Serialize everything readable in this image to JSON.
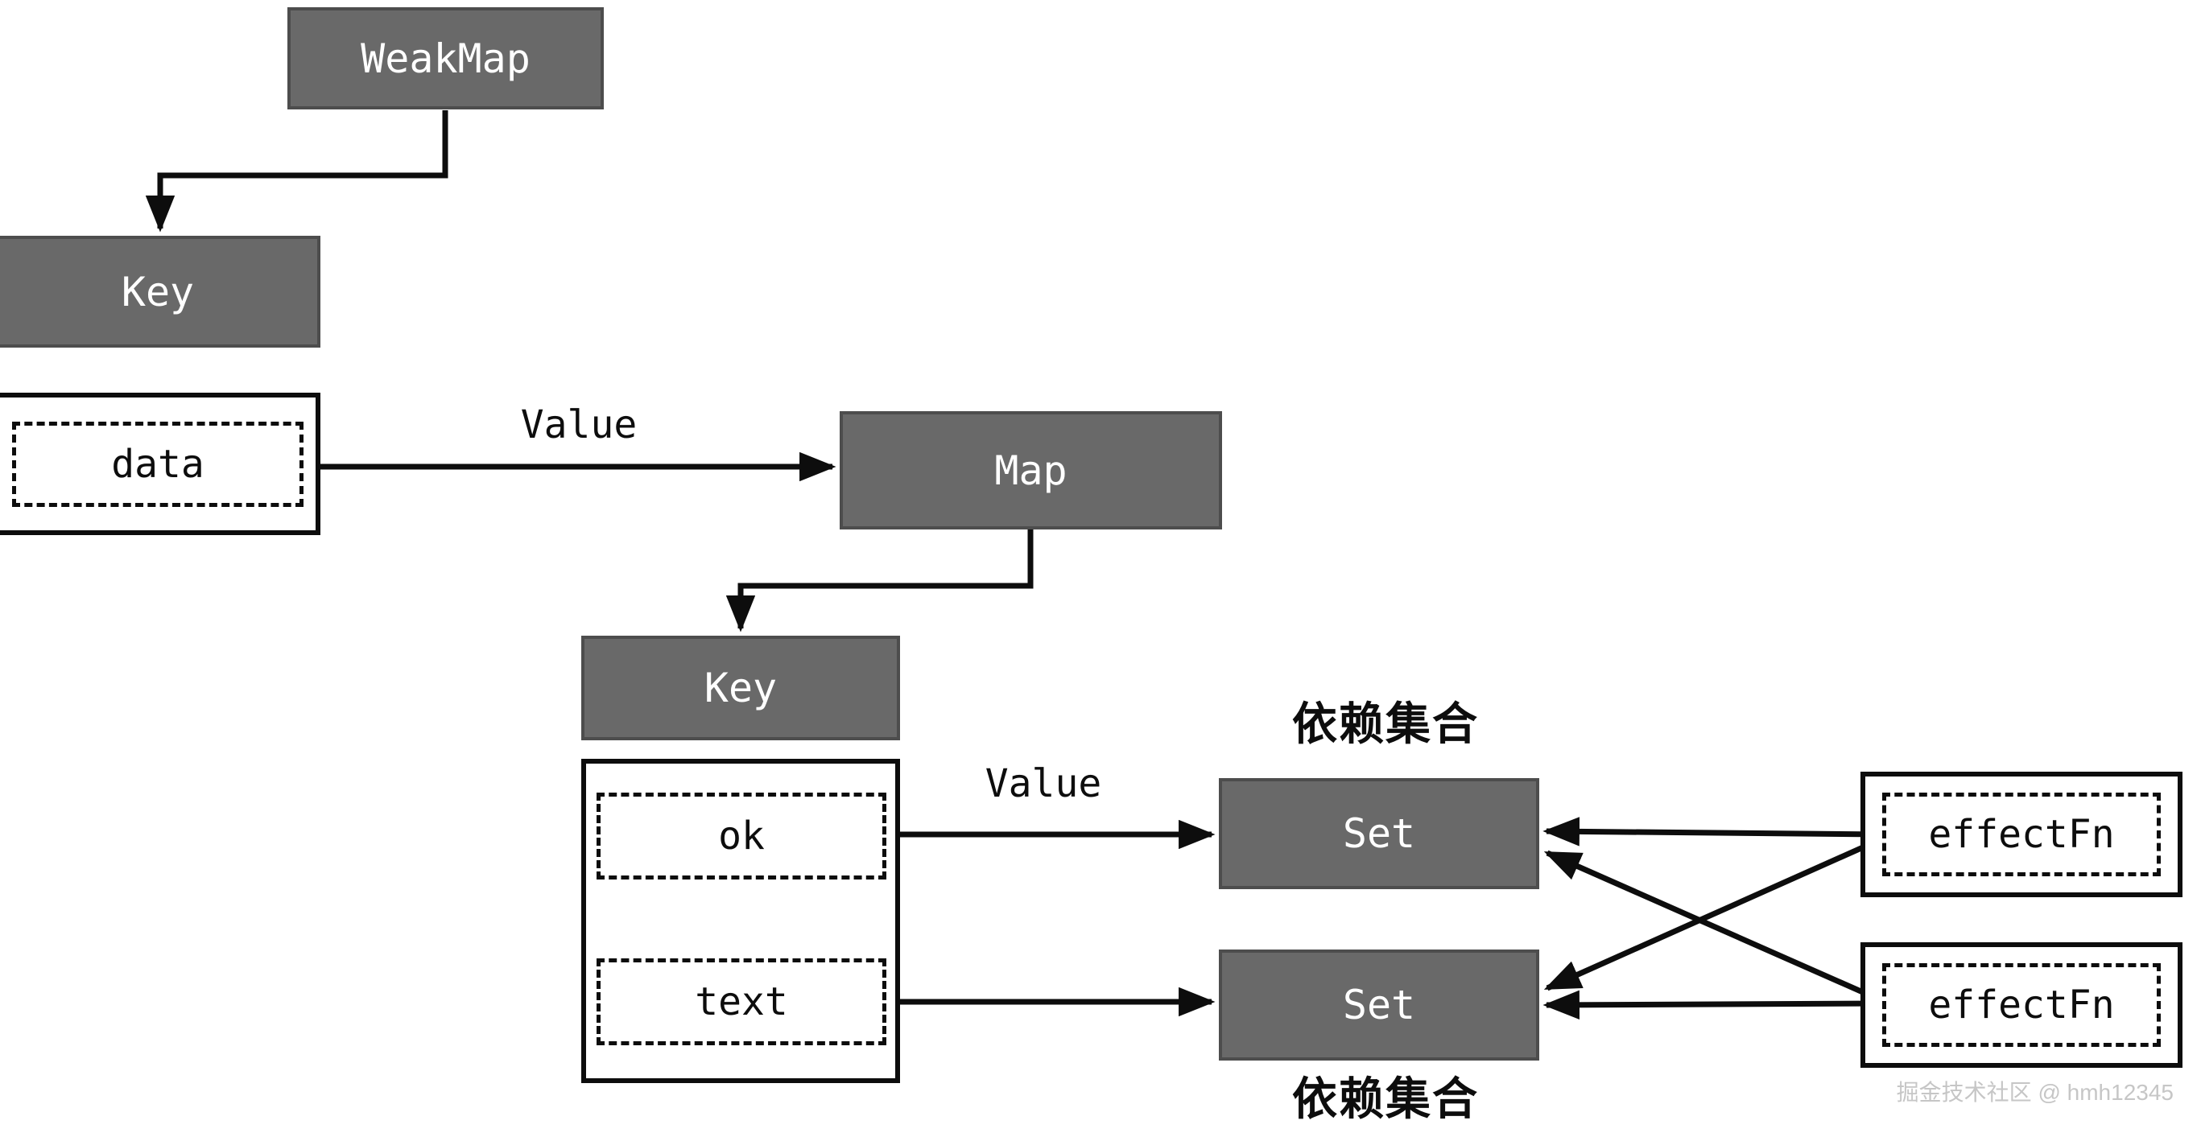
{
  "diagram": {
    "nodes": {
      "weakmap": "WeakMap",
      "key_top": "Key",
      "data": "data",
      "map": "Map",
      "key_mid": "Key",
      "ok": "ok",
      "text": "text",
      "set_top": "Set",
      "set_bottom": "Set",
      "effectfn_top": "effectFn",
      "effectfn_bottom": "effectFn"
    },
    "edge_labels": {
      "value_top": "Value",
      "value_mid": "Value"
    },
    "annotations": {
      "dep_set_top": "依赖集合",
      "dep_set_bottom": "依赖集合"
    },
    "edges": [
      {
        "from": "weakmap",
        "to": "key_top",
        "label": ""
      },
      {
        "from": "data",
        "to": "map",
        "label": "Value"
      },
      {
        "from": "map",
        "to": "key_mid",
        "label": ""
      },
      {
        "from": "ok",
        "to": "set_top",
        "label": "Value"
      },
      {
        "from": "text",
        "to": "set_bottom",
        "label": ""
      },
      {
        "from": "effectfn_top",
        "to": "set_top",
        "label": ""
      },
      {
        "from": "effectfn_top",
        "to": "set_bottom",
        "label": ""
      },
      {
        "from": "effectfn_bottom",
        "to": "set_top",
        "label": ""
      },
      {
        "from": "effectfn_bottom",
        "to": "set_bottom",
        "label": ""
      }
    ],
    "watermark": "掘金技术社区 @ hmh12345",
    "colors": {
      "background": "#ffffff",
      "node_fill": "#696969",
      "node_border": "#4d4d4d",
      "node_text": "#ffffff",
      "line": "#0d0d0d",
      "watermark_text": "#c6c6c6"
    }
  }
}
